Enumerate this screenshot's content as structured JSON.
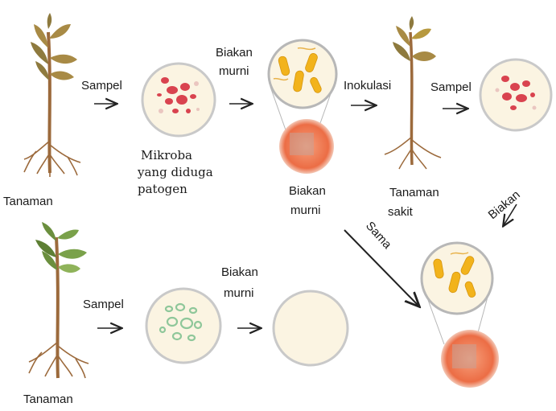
{
  "labels": {
    "tanaman_top": "Tanaman",
    "sampel_1": "Sampel",
    "mikroba_line1": "Mikroba",
    "mikroba_line2": "yang diduga",
    "mikroba_line3": "patogen",
    "biakan_top_line1": "Biakan",
    "biakan_top_line2": "murni",
    "biakan_mid_line1": "Biakan",
    "biakan_mid_line2": "murni",
    "inokulasi": "Inokulasi",
    "tanaman_sakit_line1": "Tanaman",
    "tanaman_sakit_line2": "sakit",
    "sampel_2": "Sampel",
    "biakan_diag": "Biakan",
    "sama_diag": "Sama",
    "tanaman_bottom": "Tanaman",
    "sampel_3": "Sampel",
    "biakan_bottom_line1": "Biakan",
    "biakan_bottom_line2": "murni"
  },
  "colors": {
    "dish_fill": "#fbf4e2",
    "dish_rim": "#c9c9c9",
    "colony_red": "#d9434f",
    "colony_green": "#8fc79a",
    "bacteria_yellow": "#f2b31c",
    "agar_orange": "#ee7a52",
    "stem_brown": "#9c6a3c",
    "leaf_green": "#6b8f3e",
    "leaf_dry": "#a88a45"
  }
}
